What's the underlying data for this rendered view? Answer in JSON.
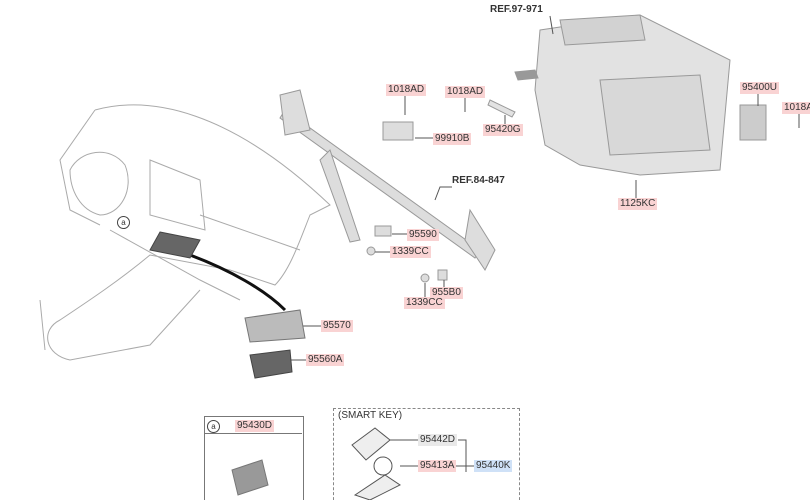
{
  "references": {
    "hvac": "REF.97-971",
    "cowl": "REF.84-847"
  },
  "parts": {
    "p1018AD_a": "1018AD",
    "p1018AD_b": "1018AD",
    "p95420G": "95420G",
    "p99910B": "99910B",
    "p95400U": "95400U",
    "p1018A_c": "1018A",
    "p1125KC": "1125KC",
    "p95590": "95590",
    "p1339CC_a": "1339CC",
    "p955B0": "955B0",
    "p1339CC_b": "1339CC",
    "p95570": "95570",
    "p95560A": "95560A",
    "p95430D": "95430D",
    "p95442D": "95442D",
    "p95413A": "95413A",
    "p95440K": "95440K"
  },
  "callout_marker": "a",
  "smart_key_title": "(SMART KEY)"
}
